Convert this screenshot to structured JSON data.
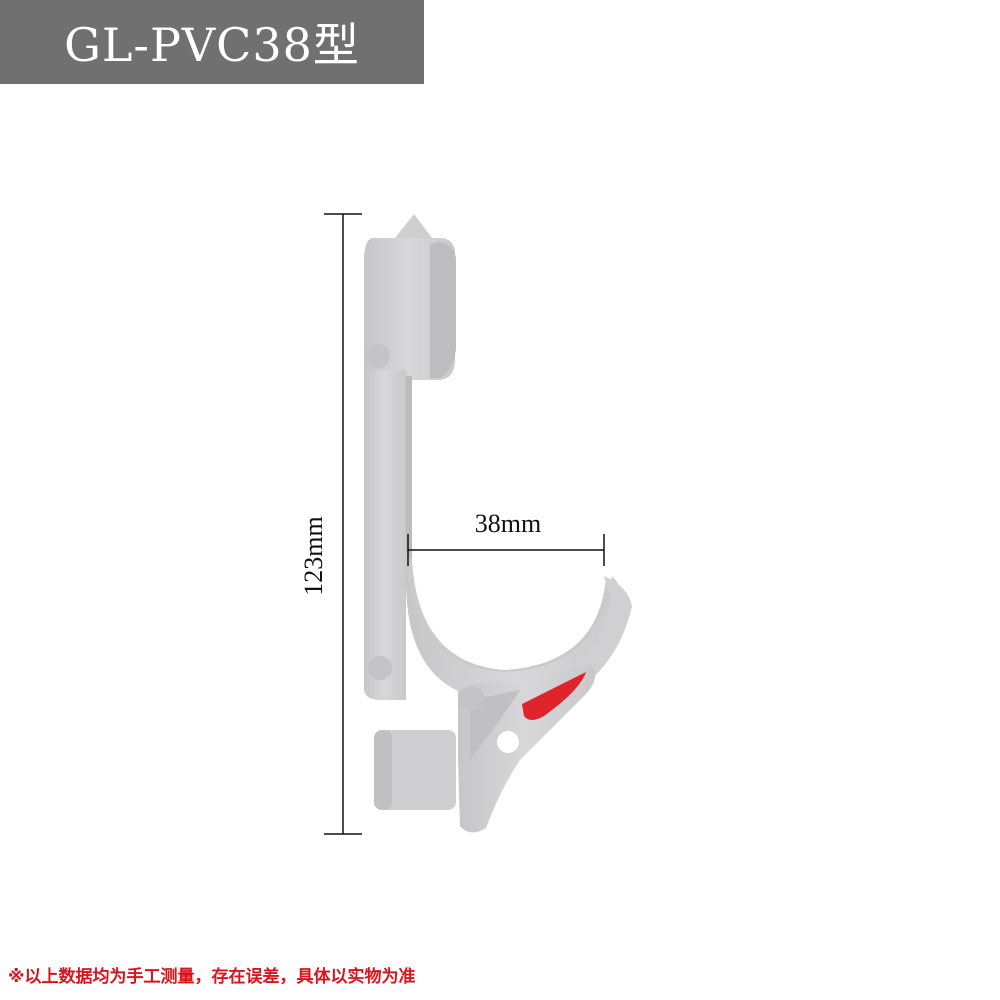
{
  "title": "GL-PVC38型",
  "dimensions": {
    "height_label": "123mm",
    "diameter_label": "38mm"
  },
  "disclaimer": "※以上数据均为手工测量，存在误差，具体以实物为准",
  "colors": {
    "banner": "#707070",
    "clip_body": "#d4d4d6",
    "clip_shadow": "#b9b9bc",
    "accent_red": "#e0242b",
    "disclaimer_text": "#d8141c"
  }
}
